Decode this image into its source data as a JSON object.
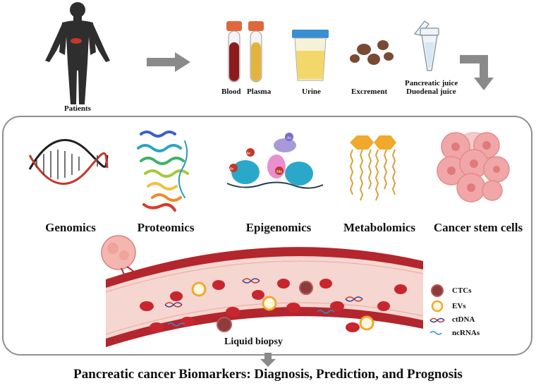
{
  "samples": {
    "patients": "Patients",
    "blood": "Blood",
    "plasma": "Plasma",
    "urine": "Urine",
    "excrement": "Excrement",
    "pancreatic_juice": "Pancreatic juice",
    "duodenal_juice": "Duodenal juice"
  },
  "omics": {
    "genomics": "Genomics",
    "proteomics": "Proteomics",
    "epigenomics": "Epigenomics",
    "metabolomics": "Metabolomics",
    "cancer_stem_cells": "Cancer stem cells"
  },
  "epigenetic_marks": {
    "me": "Me",
    "ac": "Ac"
  },
  "liquid_biopsy": {
    "title": "Liquid biopsy",
    "legend": [
      "CTCs",
      "EVs",
      "ctDNA",
      "ncRNAs"
    ]
  },
  "bottom_title": "Pancreatic cancer Biomarkers: Diagnosis, Prediction, and Prognosis",
  "colors": {
    "vessel_dark": "#b3262d",
    "vessel_light": "#f6d6d0",
    "rbc": "#c8262e",
    "arrow_gray": "#8a8a8a",
    "frame_gray": "#8f8f8f",
    "tube_cap": "#e0673a",
    "blood_fill": "#8e1b1b",
    "plasma_fill": "#e2b43a",
    "urine_fill": "#f2d86a",
    "cup_lid": "#3a8fd1",
    "stool": "#7a4a34",
    "dna_red": "#c0392b",
    "dna_black": "#222222",
    "nucleosome": "#2aa8c9",
    "metabolite": "#f0a92a",
    "stem_cell": "#f1a7a7"
  },
  "icons": [
    "patient-figure-icon",
    "blood-tube-icon",
    "plasma-tube-icon",
    "urine-cup-icon",
    "excrement-icon",
    "eppendorf-tube-icon",
    "dna-helix-icon",
    "protein-structure-icon",
    "nucleosome-icon",
    "lipid-icon",
    "stem-cell-cluster-icon",
    "tumor-icon",
    "blood-vessel-icon"
  ]
}
